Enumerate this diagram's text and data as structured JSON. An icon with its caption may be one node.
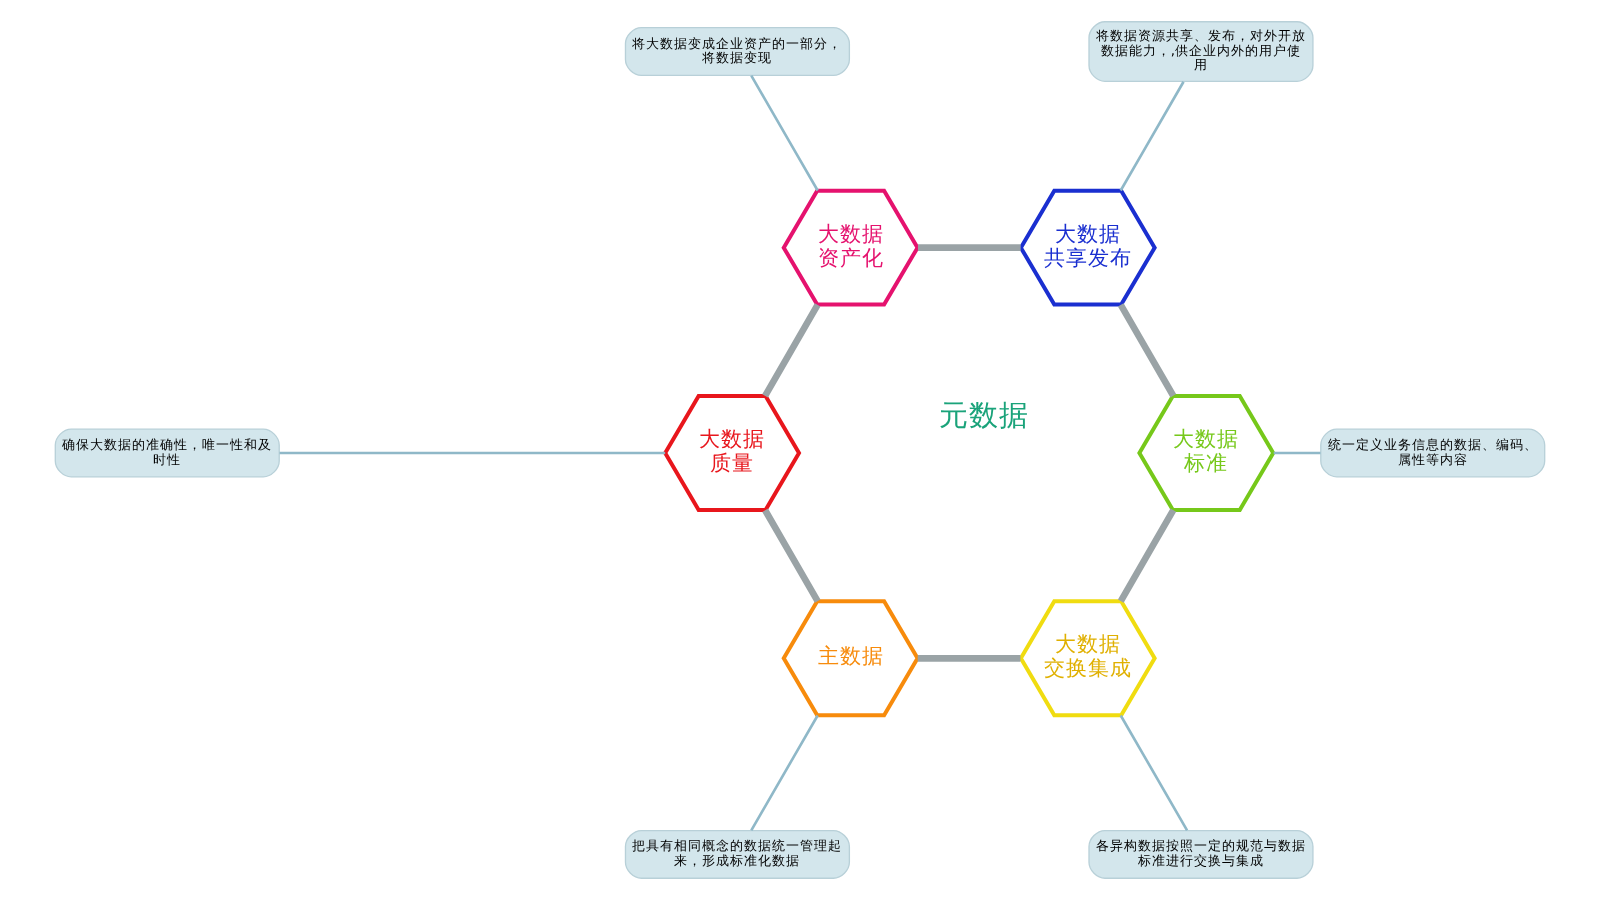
{
  "diagram": {
    "nodes": [
      {
        "text": [
          "确保大数据的准确性，唯一性和及时性"
        ]
      },
      {
        "text": [
          "大数据质量"
        ]
      },
      {
        "text": [
          "将大数据变成企业资产的一部分，将数据变现"
        ]
      },
      {
        "text": [
          "主数据"
        ]
      },
      {
        "text": [
          "大数据资产化"
        ]
      },
      {
        "text": [
          "把具有相同概念的数据统一管理起来，形成标准化数据"
        ]
      },
      {
        "text": [
          "将数据资源共享、发布，对外开放数据能力，,供企业内外的用户使用"
        ]
      },
      {
        "text": [
          "大数据交换集成"
        ]
      },
      {
        "text": [
          "大数据共享发布"
        ]
      },
      {
        "text": [
          "大数据标准"
        ]
      },
      {
        "text": [
          "各异构数据按照一定的规范与数据标准进行交换与集成"
        ]
      },
      {
        "text": [
          "统一定义业务信息的数据、编码、属性等内容"
        ]
      }
    ],
    "edges": [
      {
        "from": 0,
        "to": 1,
        "arrow": "none"
      },
      {
        "from": 2,
        "to": 4,
        "arrow": "none"
      },
      {
        "from": 5,
        "to": 3,
        "arrow": "none"
      },
      {
        "from": 6,
        "to": 8,
        "arrow": "none"
      },
      {
        "from": 10,
        "to": 7,
        "arrow": "none"
      },
      {
        "from": 11,
        "to": 9,
        "arrow": "none"
      },
      {
        "from": 1,
        "to": 4,
        "arrow": "none",
        "style": "thick",
        "color": "#9aa3a6"
      },
      {
        "from": 4,
        "to": 8,
        "arrow": "none",
        "style": "thick",
        "color": "#9aa3a6"
      },
      {
        "from": 8,
        "to": 9,
        "arrow": "none",
        "style": "thick",
        "color": "#9aa3a6"
      },
      {
        "from": 9,
        "to": 7,
        "arrow": "none",
        "style": "thick",
        "color": "#9aa3a6"
      },
      {
        "from": 7,
        "to": 3,
        "arrow": "none",
        "style": "thick",
        "color": "#9aa3a6"
      },
      {
        "from": 3,
        "to": 1,
        "arrow": "none",
        "style": "thick",
        "color": "#9aa3a6"
      }
    ],
    "labels": [
      "元数据"
    ]
  }
}
